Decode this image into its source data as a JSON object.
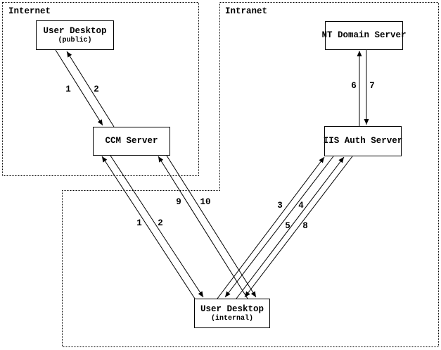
{
  "diagram": {
    "colors": {
      "line": "#000000",
      "background": "#ffffff"
    },
    "zones": [
      {
        "id": "internet",
        "label": "Internet"
      },
      {
        "id": "intranet",
        "label": "Intranet"
      }
    ],
    "nodes": [
      {
        "id": "user-desktop-public",
        "label": "User Desktop",
        "sublabel": "(public)"
      },
      {
        "id": "ccm-server",
        "label": "CCM Server"
      },
      {
        "id": "nt-domain-server",
        "label": "NT Domain Server"
      },
      {
        "id": "iis-auth-server",
        "label": "IIS Auth Server"
      },
      {
        "id": "user-desktop-internal",
        "label": "User Desktop",
        "sublabel": "(internal)"
      }
    ],
    "edges": [
      {
        "label": "1",
        "from": "user-desktop-public",
        "to": "ccm-server"
      },
      {
        "label": "2",
        "from": "ccm-server",
        "to": "user-desktop-public"
      },
      {
        "label": "1",
        "from": "user-desktop-internal",
        "to": "ccm-server"
      },
      {
        "label": "2",
        "from": "ccm-server",
        "to": "user-desktop-internal"
      },
      {
        "label": "9",
        "from": "user-desktop-internal",
        "to": "ccm-server"
      },
      {
        "label": "10",
        "from": "ccm-server",
        "to": "user-desktop-internal"
      },
      {
        "label": "3",
        "from": "user-desktop-internal",
        "to": "iis-auth-server"
      },
      {
        "label": "4",
        "from": "iis-auth-server",
        "to": "user-desktop-internal"
      },
      {
        "label": "5",
        "from": "user-desktop-internal",
        "to": "iis-auth-server"
      },
      {
        "label": "8",
        "from": "iis-auth-server",
        "to": "user-desktop-internal"
      },
      {
        "label": "6",
        "from": "iis-auth-server",
        "to": "nt-domain-server"
      },
      {
        "label": "7",
        "from": "nt-domain-server",
        "to": "iis-auth-server"
      }
    ]
  }
}
